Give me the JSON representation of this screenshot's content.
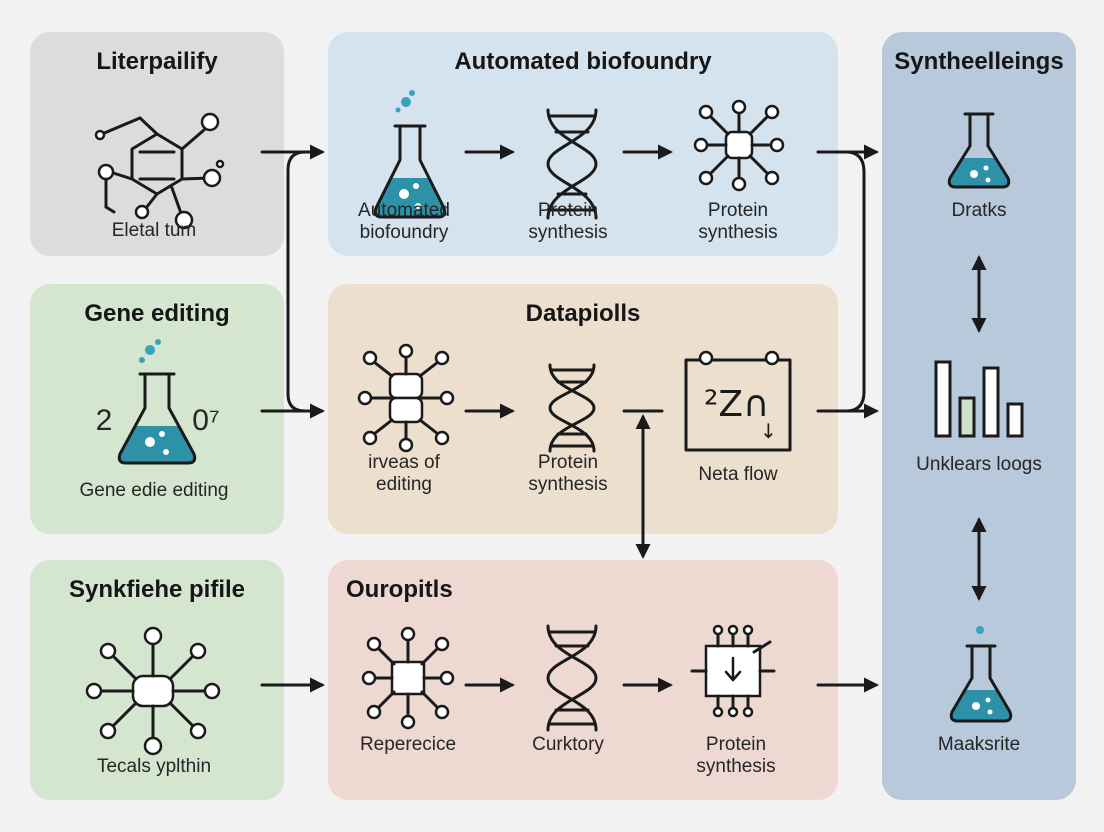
{
  "colors": {
    "background": "#f2f2f2",
    "gray_panel": "#dcdcdc",
    "green_panel": "#d5e6d0",
    "blue_panel": "#d5e3ee",
    "tan_panel": "#ecdfcd",
    "pink_panel": "#edd8d2",
    "right_column": "#b8c9dc",
    "liquid": "#2d91a8",
    "ink": "#1a1a1a"
  },
  "left_column": {
    "panel1": {
      "title": "Literpailify",
      "icon": "molecule-icon",
      "label": "Eletal tum"
    },
    "panel2": {
      "title": "Gene editing",
      "icon": "flask-icon",
      "label": "Gene edie editing",
      "marks": [
        "2",
        "0⁷"
      ]
    },
    "panel3": {
      "title": "Synkfiehe pifile",
      "icon": "network-node-icon",
      "label": "Tecals yplthin"
    }
  },
  "middle_column": {
    "top": {
      "title": "Automated biofoundry",
      "steps": [
        {
          "icon": "flask-icon",
          "label_lines": [
            "Automated",
            "biofoundry"
          ]
        },
        {
          "icon": "dna-helix-icon",
          "label_lines": [
            "Protein",
            "synthesis"
          ]
        },
        {
          "icon": "network-node-icon",
          "label_lines": [
            "Protein",
            "synthesis"
          ]
        }
      ]
    },
    "middle": {
      "title": "Datapiolls",
      "steps": [
        {
          "icon": "network-node-icon",
          "label_lines": [
            "irveas of",
            "editing"
          ]
        },
        {
          "icon": "dna-helix-icon",
          "label_lines": [
            "Protein",
            "synthesis"
          ]
        },
        {
          "icon": "data-board-icon",
          "label_lines": [
            "Neta flow"
          ],
          "board_text": "²Z∩",
          "board_sub": "↓"
        }
      ]
    },
    "bottom": {
      "title": "Ouropitls",
      "steps": [
        {
          "icon": "network-node-icon",
          "label_lines": [
            "Reperecice"
          ]
        },
        {
          "icon": "dna-helix-icon",
          "label_lines": [
            "Curktory"
          ]
        },
        {
          "icon": "chip-icon",
          "label_lines": [
            "Protein",
            "synthesis"
          ]
        }
      ]
    }
  },
  "right_column": {
    "title": "Syntheelleings",
    "items": [
      {
        "icon": "flask-icon",
        "label": "Dratks"
      },
      {
        "icon": "bar-chart-icon",
        "label": "Unklears loogs"
      },
      {
        "icon": "flask-icon",
        "label": "Maaksrite"
      }
    ]
  }
}
